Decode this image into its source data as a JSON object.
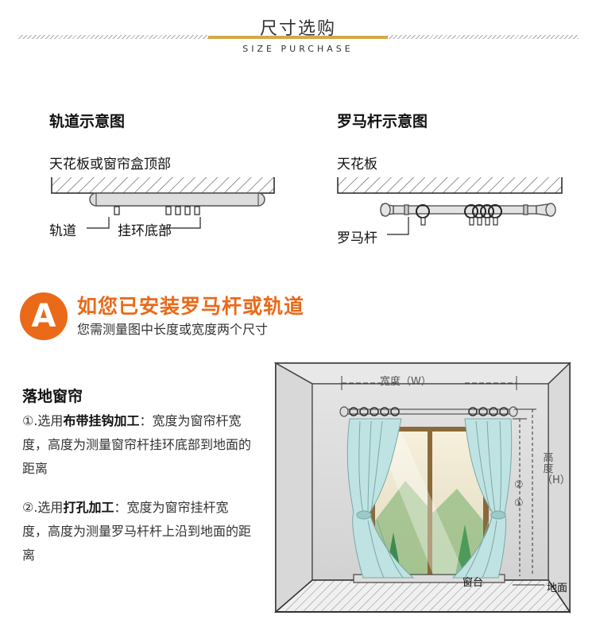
{
  "header": {
    "title": "尺寸选购",
    "subtitle": "SIZE PURCHASE"
  },
  "track": {
    "title": "轨道示意图",
    "ceiling_label": "天花板或窗帘盒顶部",
    "track_label": "轨道",
    "ring_label": "挂环底部"
  },
  "rod": {
    "title": "罗马杆示意图",
    "ceiling_label": "天花板",
    "rod_label": "罗马杆"
  },
  "section_a": {
    "badge": "A",
    "title": "如您已安装罗马杆或轨道",
    "subtitle": "您需测量图中长度或宽度两个尺寸"
  },
  "floor": {
    "title": "落地窗帘",
    "option1_prefix": "①.选用",
    "option1_method": "布带挂钩加工",
    "option1_body": "：宽度为窗帘杆宽度，高度为测量窗帘杆挂环底部到地面的距离",
    "option2_prefix": "②.选用",
    "option2_method": "打孔加工",
    "option2_body": "：宽度为窗帘挂杆宽度，高度为测量罗马杆杆上沿到地面的距离"
  },
  "window": {
    "width_label": "宽度（W）",
    "height_label": "高度（H）",
    "marker_1": "①",
    "marker_2": "②",
    "sill_label": "窗台",
    "floor_label": "地面"
  },
  "colors": {
    "accent": "#ea6a1a",
    "gold": "#d4a84a",
    "curtain": "#bfe3e2"
  }
}
